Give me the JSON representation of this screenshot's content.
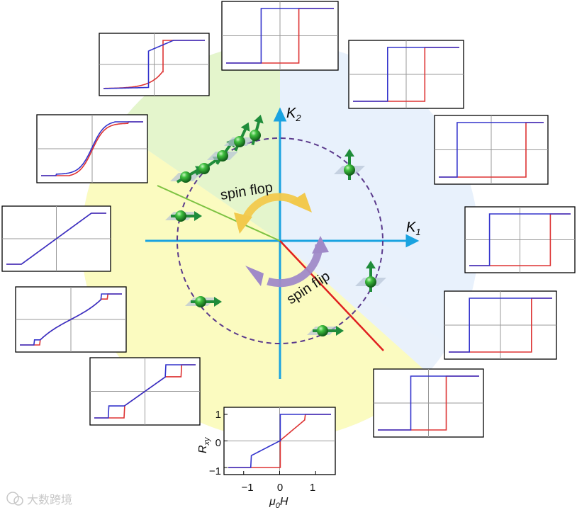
{
  "axes": {
    "k1_main": "K",
    "k1_sub": "1",
    "k2_main": "K",
    "k2_sub": "2"
  },
  "regions": {
    "spin_flop": "spin flop",
    "spin_flip": "spin flip"
  },
  "main_plot": {
    "ylabel_main": "R",
    "ylabel_sub": "xy",
    "xlabel_main": "μ",
    "xlabel_sub": "0",
    "xlabel_tail": "H",
    "x_ticks": [
      "−1",
      "0",
      "1"
    ],
    "y_ticks": [
      "1",
      "0",
      "−1"
    ]
  },
  "watermark": "大数跨境",
  "colors": {
    "axis": "#1aa3e0",
    "sweep_up": "#3333cc",
    "sweep_down": "#dd3333",
    "flop_line": "#7dc242",
    "flip_line": "#e02020",
    "arrow_yellow": "#f2c94c",
    "arrow_purple": "#a08ac8",
    "sphere": "#2f9e2f",
    "circle": "#5b3a8c"
  },
  "icons": {
    "spin": "green-sphere-arrow-icon",
    "watermark": "wechat-logo-icon"
  }
}
